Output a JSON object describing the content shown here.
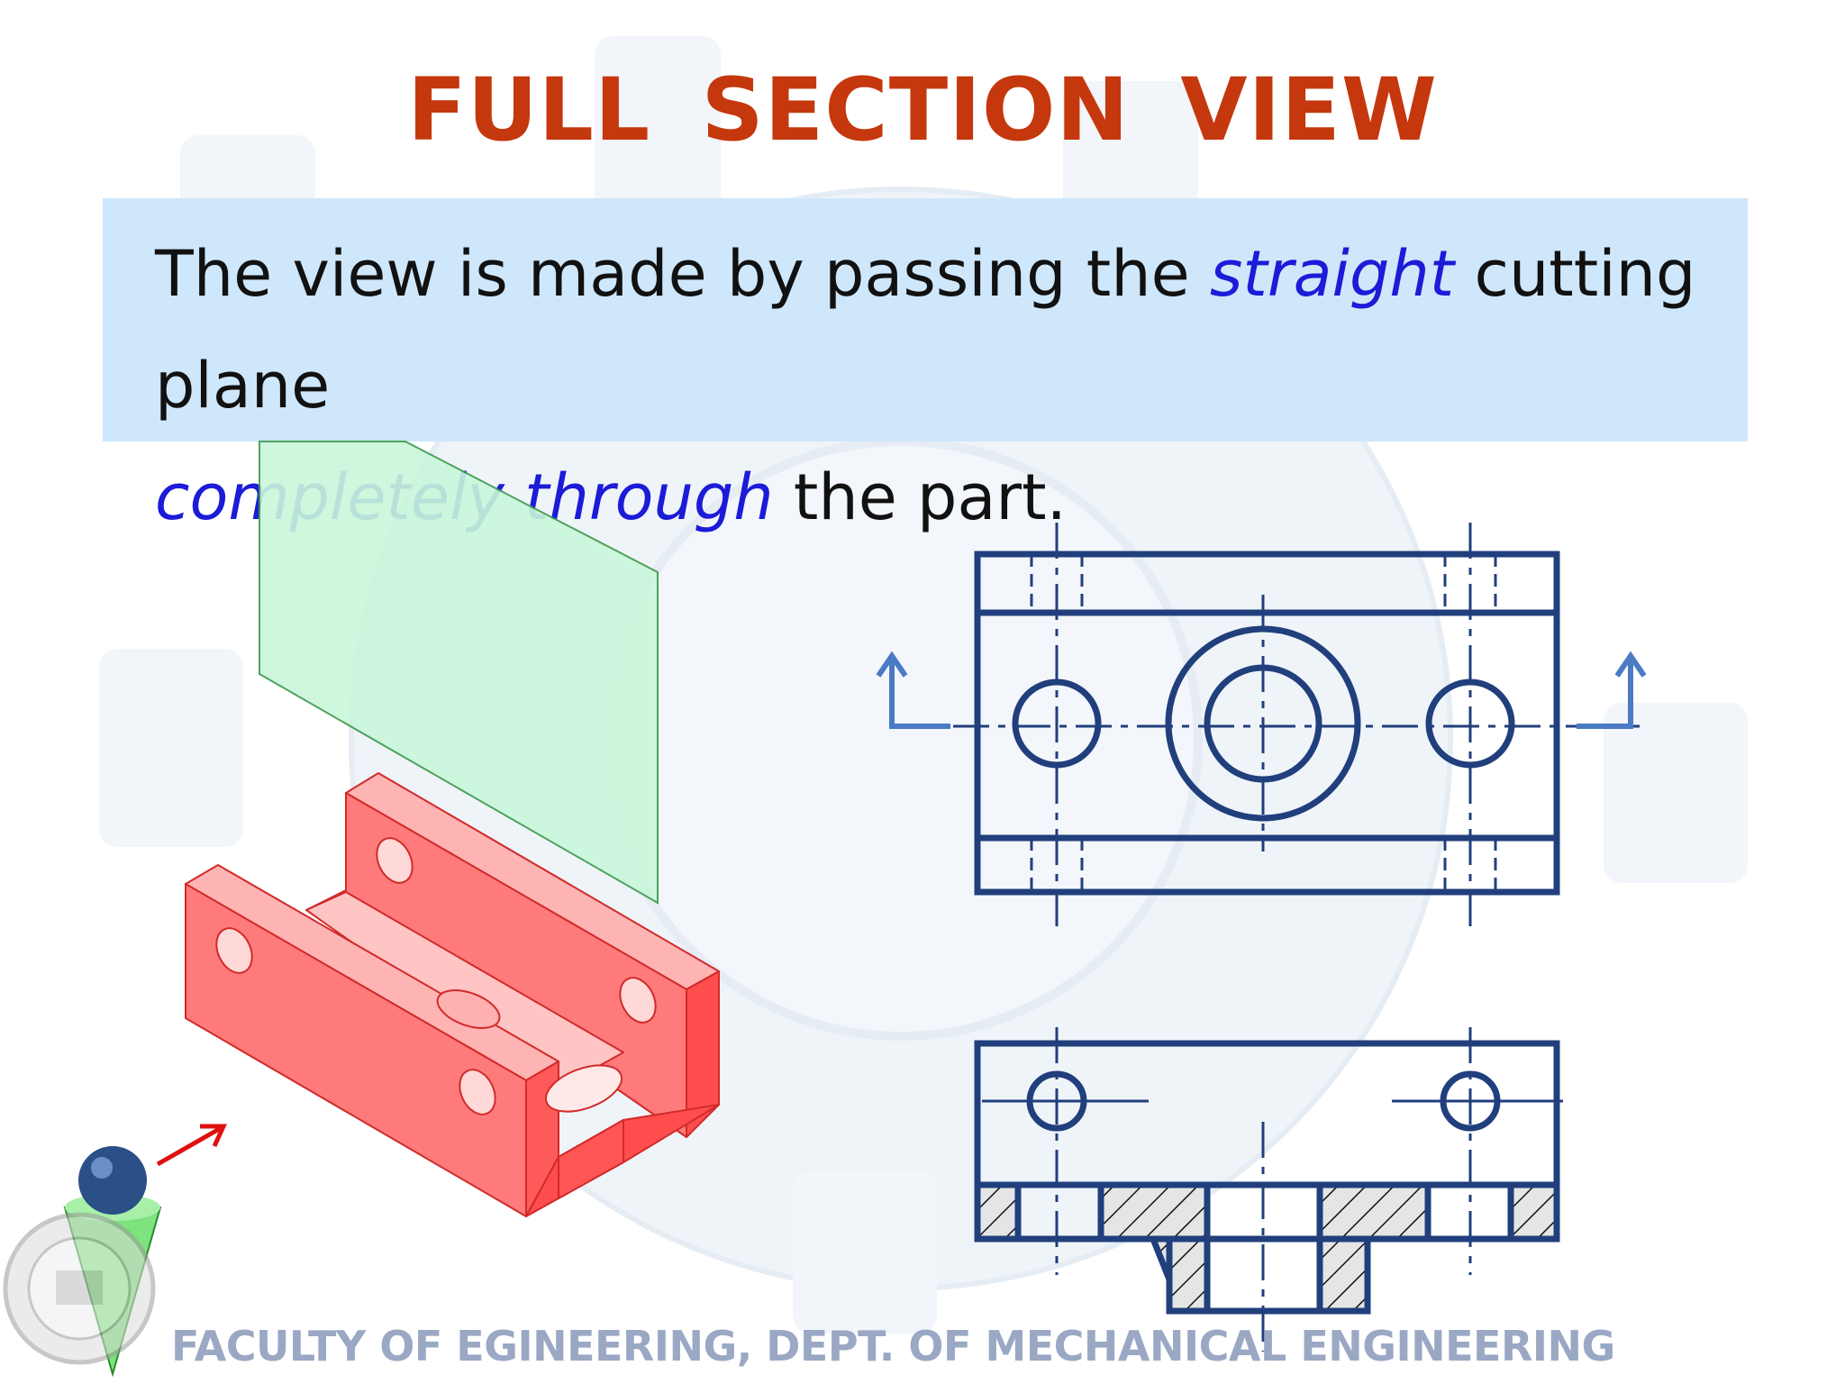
{
  "title": "FULL  SECTION  VIEW",
  "description": {
    "part1": "The view is made by passing the ",
    "emphasis1": "straight",
    "part2": " cutting plane",
    "emphasis2": "completely through",
    "part3": " the part."
  },
  "footer": "FACULTY  OF EGINEERING, DEPT. OF MECHANICAL ENGINEERING",
  "colors": {
    "title": "#c5370d",
    "emphasis": "#1b1bd8",
    "drawing_lines": "#203f7c",
    "part_fill": "#ff7b7b",
    "part_edge": "#d22a2a",
    "cutting_plane": "#c9f7da",
    "cutting_plane_edge": "#3d9a4c",
    "footer": "#9aa8c4",
    "description_bg": "#cfe7fb"
  },
  "icons": [
    "viewer-figure-icon",
    "view-direction-arrow-icon",
    "faculty-seal-icon"
  ]
}
